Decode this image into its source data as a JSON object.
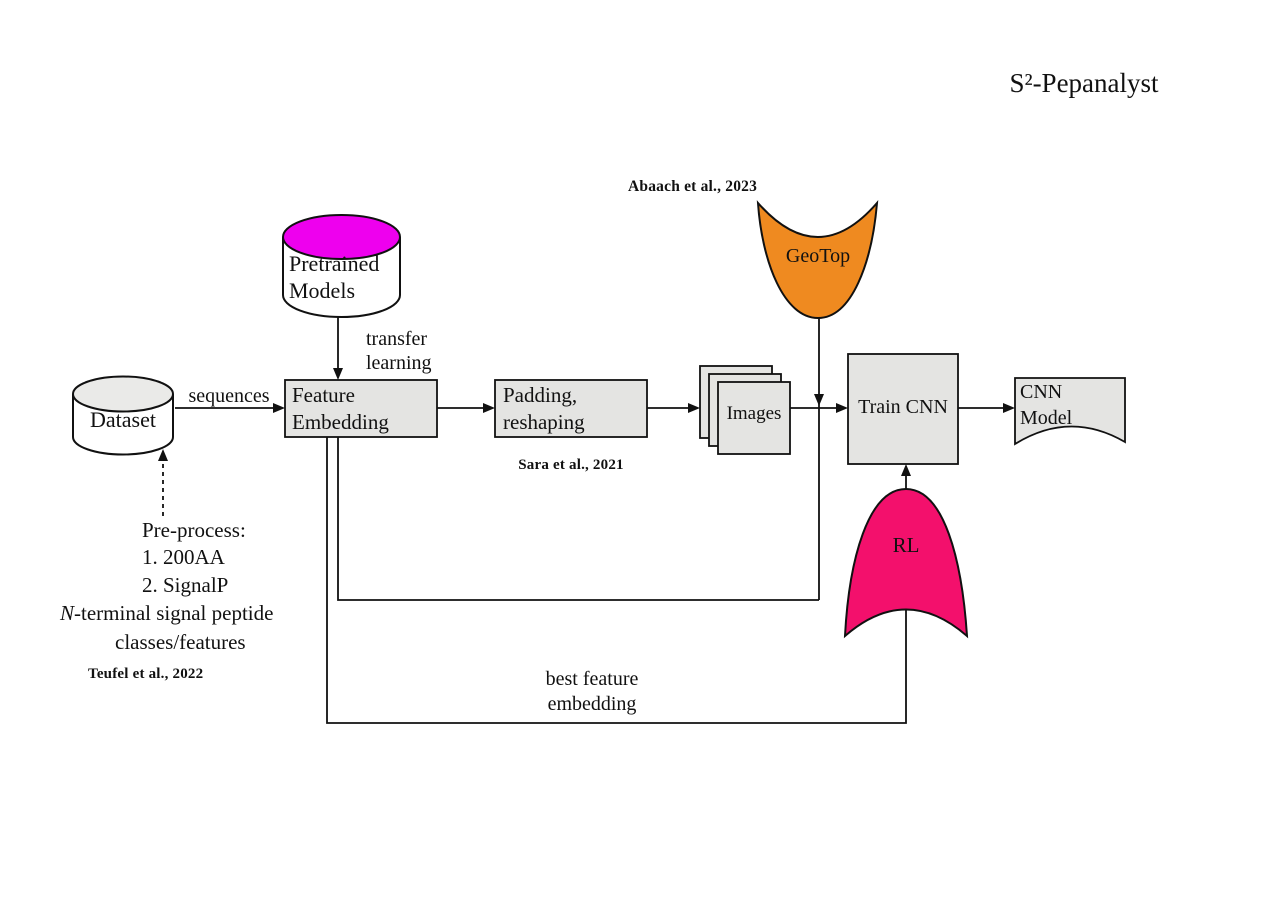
{
  "title": "S²-Pepanalyst",
  "nodes": {
    "pretrained": {
      "line1": "Pretrained",
      "line2": "Models"
    },
    "dataset": {
      "label": "Dataset"
    },
    "feature_embedding": {
      "line1": "Feature",
      "line2": "Embedding"
    },
    "padding": {
      "line1": "Padding,",
      "line2": "reshaping"
    },
    "images": {
      "label": "Images"
    },
    "train_cnn": {
      "label": "Train CNN"
    },
    "cnn_model": {
      "line1": "CNN",
      "line2": "Model"
    },
    "geotop": {
      "label": "GeoTop"
    },
    "rl": {
      "label": "RL"
    }
  },
  "edges": {
    "sequences": "sequences",
    "transfer_line1": "transfer",
    "transfer_line2": "learning",
    "best_line1": "best feature",
    "best_line2": "embedding"
  },
  "citations": {
    "abaach": "Abaach et al., 2023",
    "sara": "Sara et al., 2021",
    "teufel": "Teufel et al., 2022"
  },
  "preprocess": {
    "line1": "Pre-process:",
    "line2": "1. 200AA",
    "line3": "2. SignalP",
    "line4_italic": "N",
    "line4_rest": "-terminal signal peptide",
    "line5": "classes/features"
  },
  "colors": {
    "magenta": "#EE00EE",
    "orange": "#EF8A20",
    "pink": "#F3106C",
    "node_fill": "#E4E4E2",
    "dataset_top": "#EAEAE8",
    "white": "#FFFFFF"
  }
}
